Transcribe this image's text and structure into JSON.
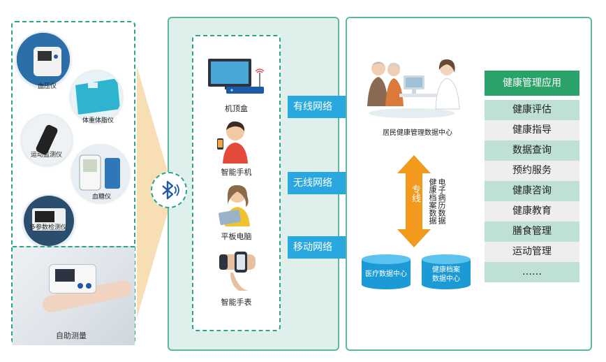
{
  "devices": {
    "blood_pressure": "血压仪",
    "body_scale": "体重体脂仪",
    "activity_monitor": "运动监测仪",
    "glucose_meter": "血糖仪",
    "multi_param_monitor": "多参数检测仪",
    "self_measure": "自助测量"
  },
  "terminals": {
    "set_top_box": "机顶盒",
    "smart_phone": "智能手机",
    "tablet": "平板电脑",
    "smart_watch": "智能手表"
  },
  "networks": {
    "wired": "有线网络",
    "wireless": "无线网络",
    "mobile": "移动网络"
  },
  "data_center": {
    "resident_center": "居民健康管理数据中心",
    "dedicated_line": "专线",
    "emr_col1": "电子病历数据",
    "emr_col2": "健康档案数据",
    "medical_db": "医疗数据中心",
    "health_record_db_line1": "健康档案",
    "health_record_db_line2": "数据中心"
  },
  "apps": {
    "title": "健康管理应用",
    "items": [
      "健康评估",
      "健康指导",
      "数据查询",
      "预约服务",
      "健康咨询",
      "健康教育",
      "膳食管理",
      "运动管理",
      "……"
    ]
  },
  "colors": {
    "green_border": "#5cb8a1",
    "panel_fill": "#dff0ec",
    "arrow_blue": "#29a8e0",
    "db_blue": "#1b9ad6",
    "app_green": "#2aa36a",
    "orange": "#f39a1e"
  }
}
